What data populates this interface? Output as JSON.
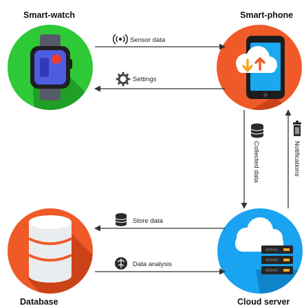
{
  "nodes": {
    "smartwatch": {
      "label": "Smart-watch"
    },
    "smartphone": {
      "label": "Smart-phone"
    },
    "database": {
      "label": "Database"
    },
    "cloud": {
      "label": "Cloud server"
    }
  },
  "flows": {
    "sensor_data": {
      "label": "Sensor data",
      "icon": "wireless-signal-icon"
    },
    "settings": {
      "label": "Settings",
      "icon": "gear-icon"
    },
    "collected_data": {
      "label": "Collected data",
      "icon": "database-icon"
    },
    "notifications": {
      "label": "Notifications",
      "icon": "trash-bin-icon"
    },
    "store_data": {
      "label": "Store data",
      "icon": "database-icon"
    },
    "data_analysis": {
      "label": "Data analysis",
      "icon": "analysis-brain-icon"
    }
  },
  "colors": {
    "green": "#2ec936",
    "orange": "#f05a28",
    "cloud_blue": "#1aa3f0",
    "arrow": "#333333"
  }
}
